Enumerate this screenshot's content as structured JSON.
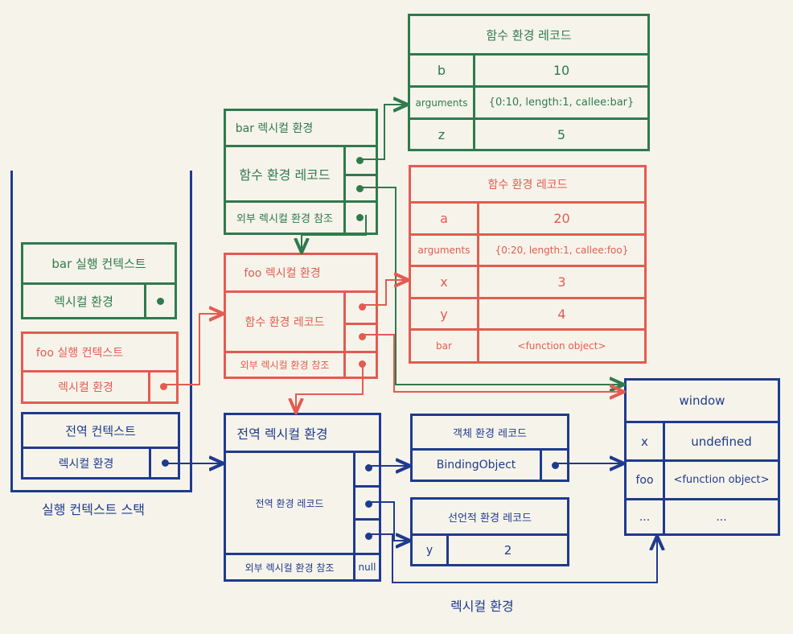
{
  "stack": {
    "caption": "실행 컨텍스트 스택",
    "bar_ctx": {
      "title": "bar 실행 컨텍스트",
      "row": "렉시컬 환경"
    },
    "foo_ctx": {
      "title": "foo 실행 컨텍스트",
      "row": "렉시컬 환경"
    },
    "global_ctx": {
      "title": "전역 컨텍스트",
      "row": "렉시컬 환경"
    }
  },
  "bar_lex": {
    "title": "bar 렉시컬 환경",
    "record": "함수 환경 레코드",
    "outer": "외부 렉시컬 환경 참조"
  },
  "foo_lex": {
    "title": "foo 렉시컬 환경",
    "record": "함수 환경 레코드",
    "outer": "외부 렉시컬 환경 참조"
  },
  "global_lex": {
    "title": "전역 렉시컬 환경",
    "record": "전역 환경 레코드",
    "outer": "외부 렉시컬 환경 참조",
    "outer_value": "null"
  },
  "bar_record": {
    "title": "함수 환경 레코드",
    "rows": [
      {
        "key": "b",
        "value": "10"
      },
      {
        "key": "arguments",
        "value": "{0:10, length:1, callee:bar}"
      },
      {
        "key": "z",
        "value": "5"
      }
    ]
  },
  "foo_record": {
    "title": "함수 환경 레코드",
    "rows": [
      {
        "key": "a",
        "value": "20"
      },
      {
        "key": "arguments",
        "value": "{0:20, length:1, callee:foo}"
      },
      {
        "key": "x",
        "value": "3"
      },
      {
        "key": "y",
        "value": "4"
      },
      {
        "key": "bar",
        "value": "<function object>"
      }
    ]
  },
  "object_record": {
    "title": "객체 환경 레코드",
    "binding": "BindingObject"
  },
  "declarative_record": {
    "title": "선언적 환경 레코드",
    "key": "y",
    "value": "2"
  },
  "window_obj": {
    "title": "window",
    "rows": [
      {
        "key": "x",
        "value": "undefined"
      },
      {
        "key": "foo",
        "value": "<function object>"
      },
      {
        "key": "...",
        "value": "..."
      }
    ]
  },
  "caption_lexical": "렉시컬 환경",
  "colors": {
    "green": "#2f7a4e",
    "red": "#e35b52",
    "blue": "#1f3a8f",
    "background": "#f6f4ea"
  }
}
